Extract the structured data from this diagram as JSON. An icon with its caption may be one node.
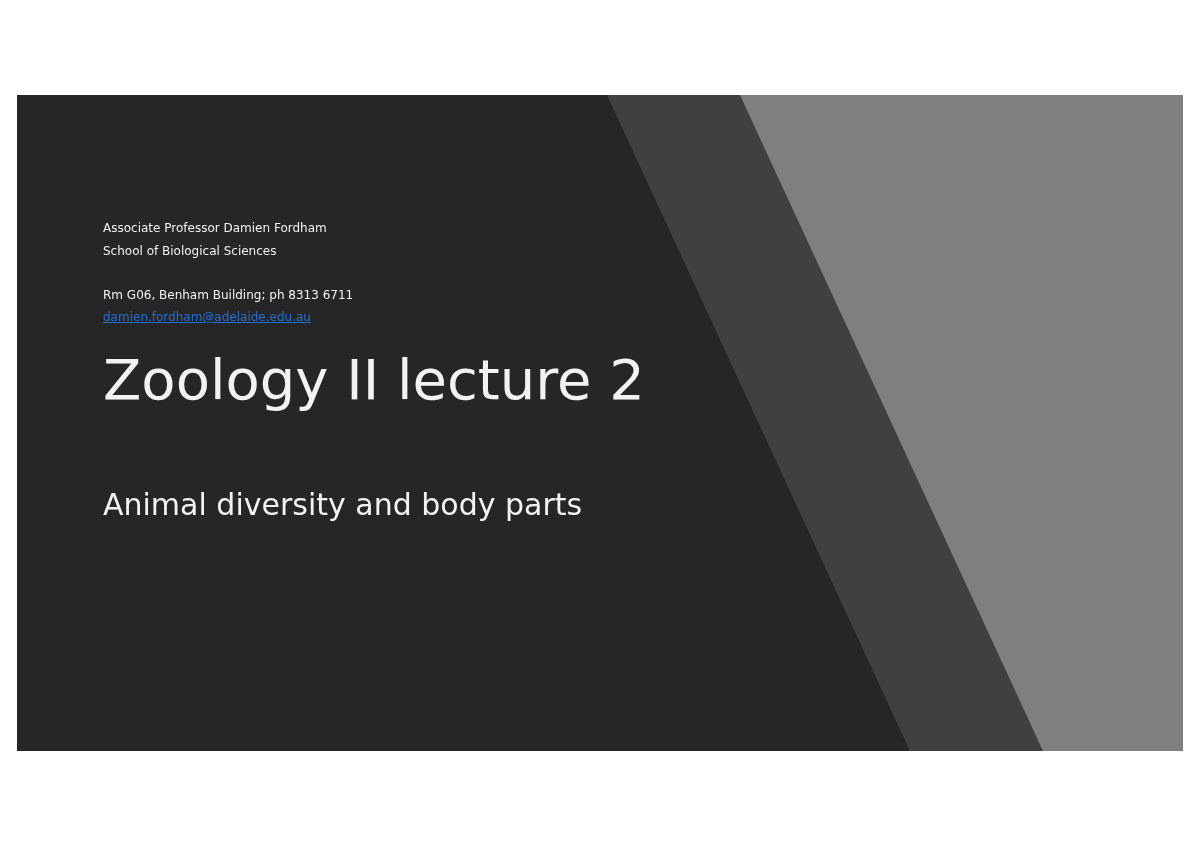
{
  "diagram": {
    "title": "Zoology II lecture 2",
    "labels": [
      "Associate Professor Damien Fordham",
      "School of Biological Sciences",
      "Rm G06, Benham Building; ph 8313 6711",
      "damien.fordham@adelaide.edu.au",
      "Animal diversity and body parts"
    ]
  }
}
